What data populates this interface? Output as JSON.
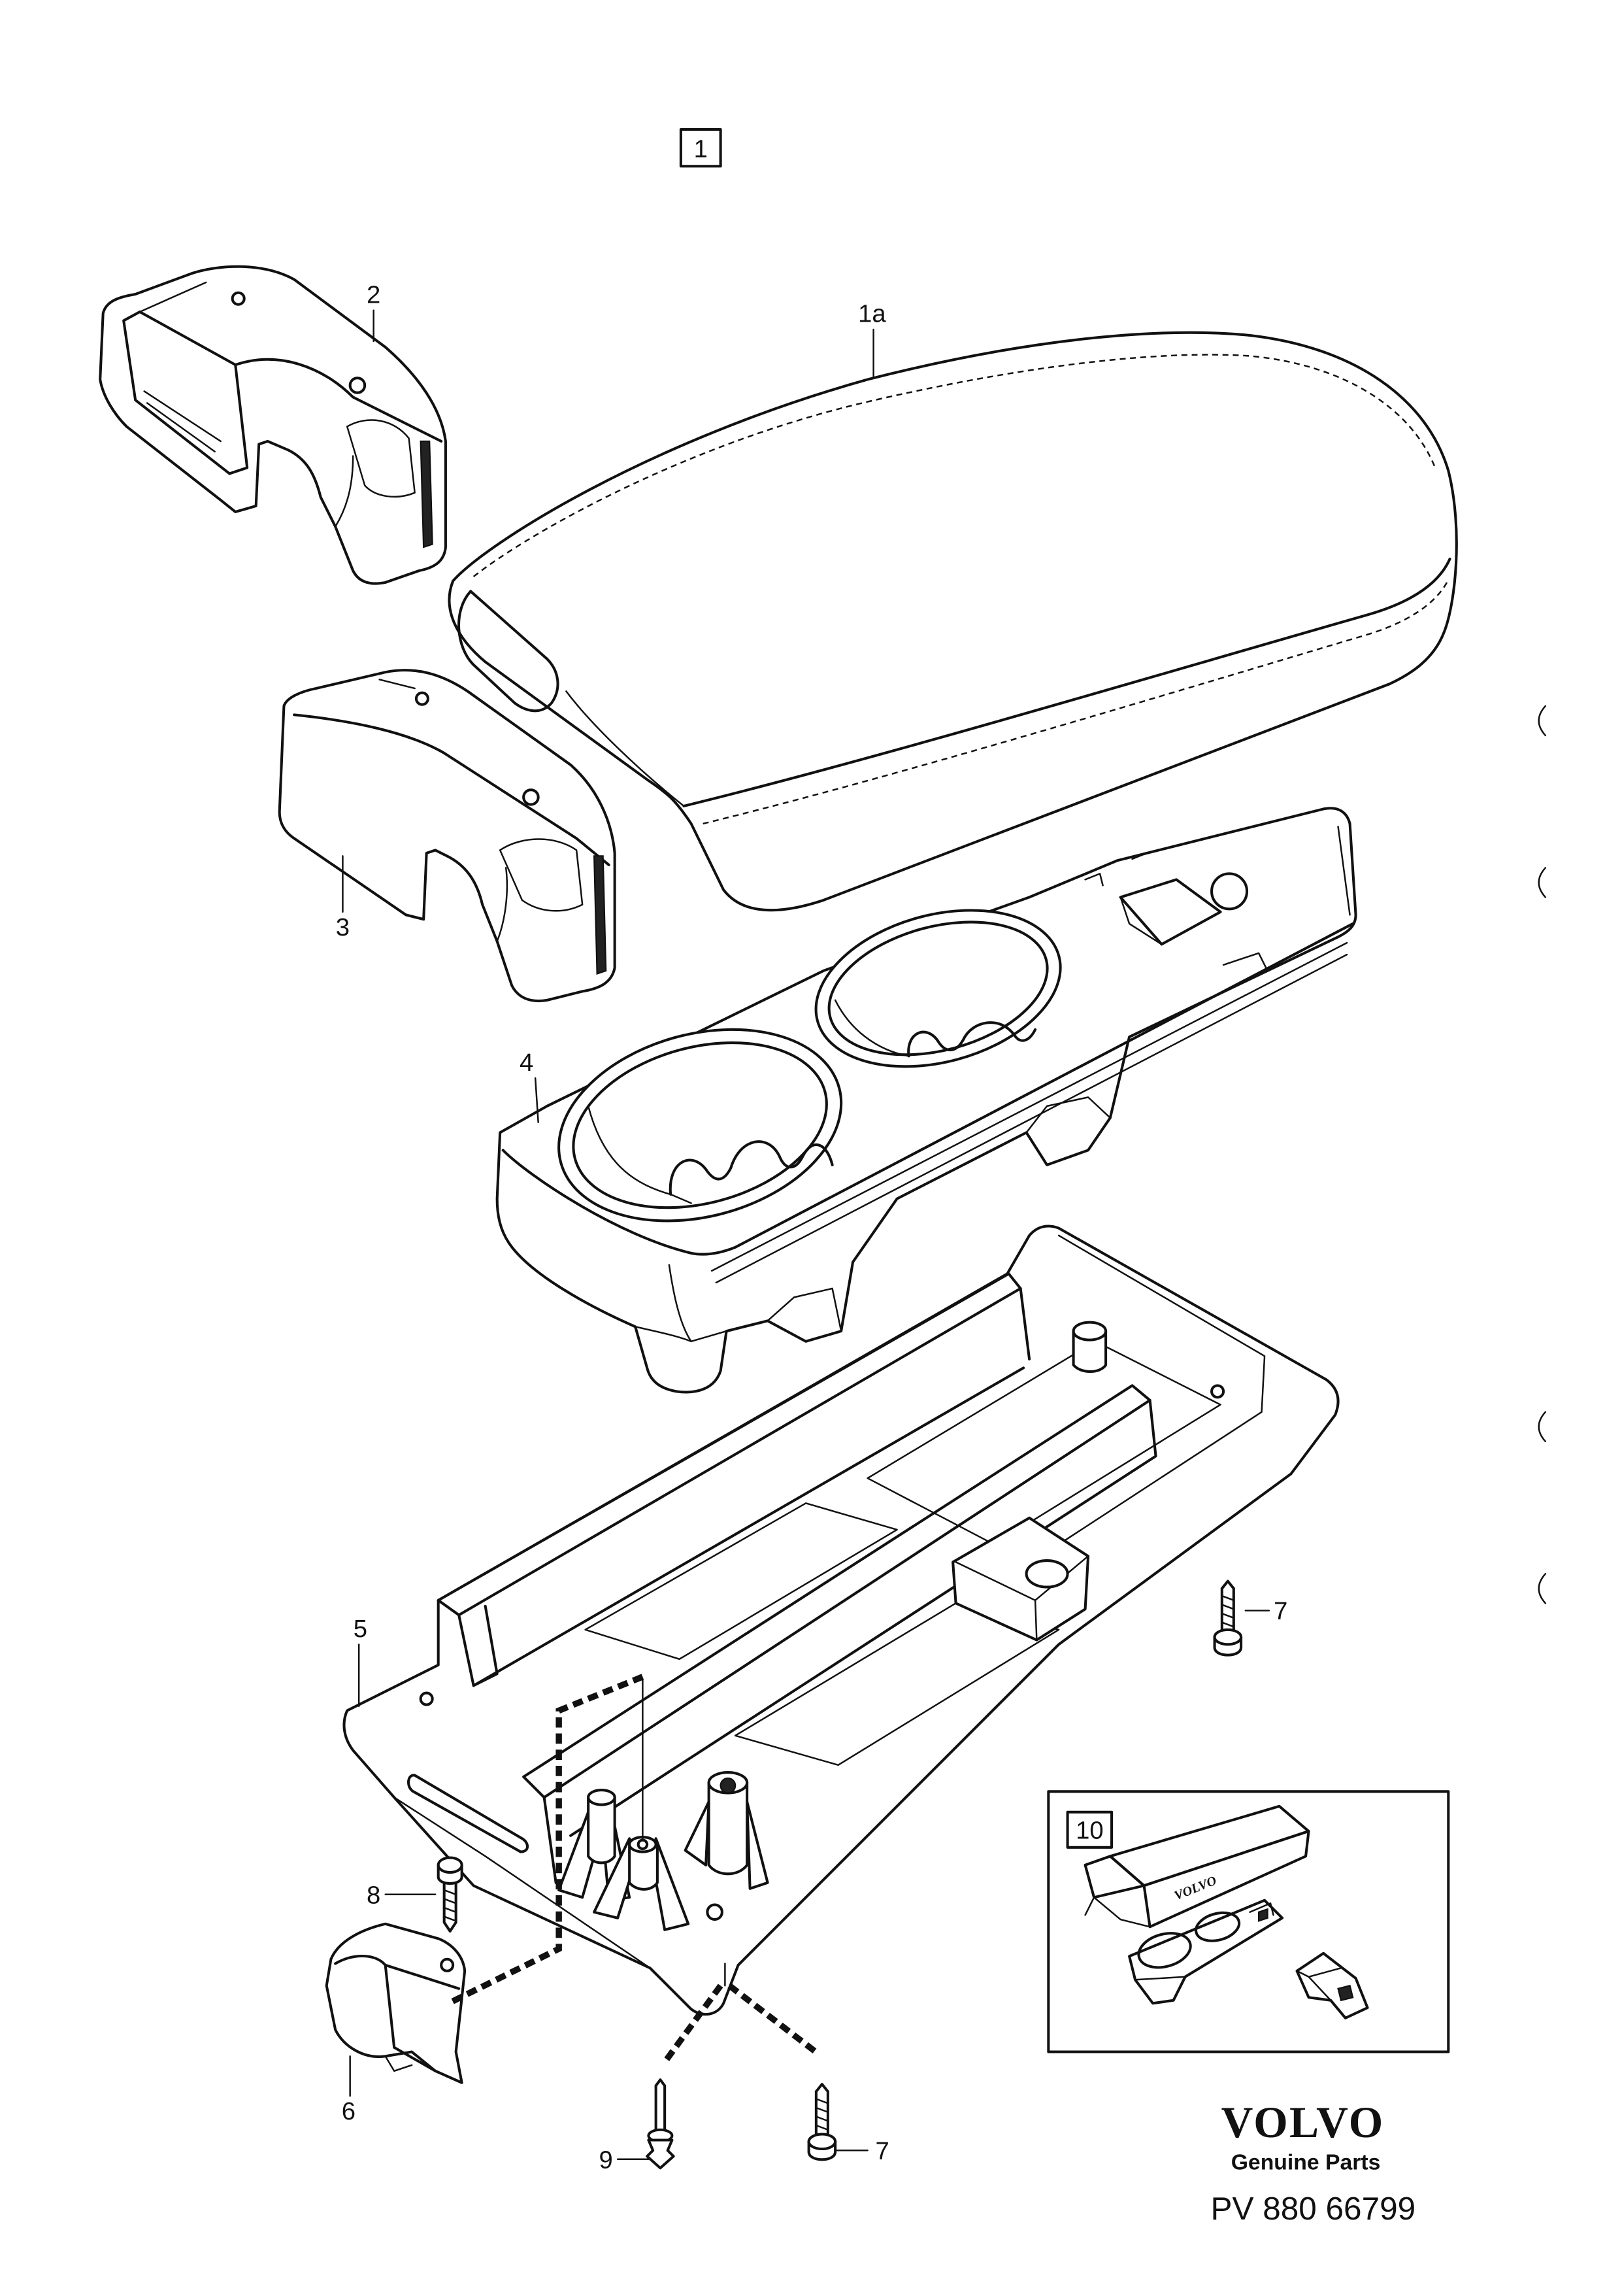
{
  "diagram": {
    "main_ref_label": "1",
    "callouts": {
      "lid": "1a",
      "end_cap_left": "2",
      "end_cap_right": "3",
      "cup_holder": "4",
      "base_tray": "5",
      "latch": "6",
      "screw_base": "7",
      "screw_bottom": "7",
      "screw_latch": "8",
      "push_pin": "9"
    },
    "kit_inset": {
      "label": "10",
      "package_print": "VOLVO"
    }
  },
  "branding": {
    "logo": "VOLVO",
    "tagline": "Genuine Parts",
    "part_number": "PV 880 66799"
  }
}
